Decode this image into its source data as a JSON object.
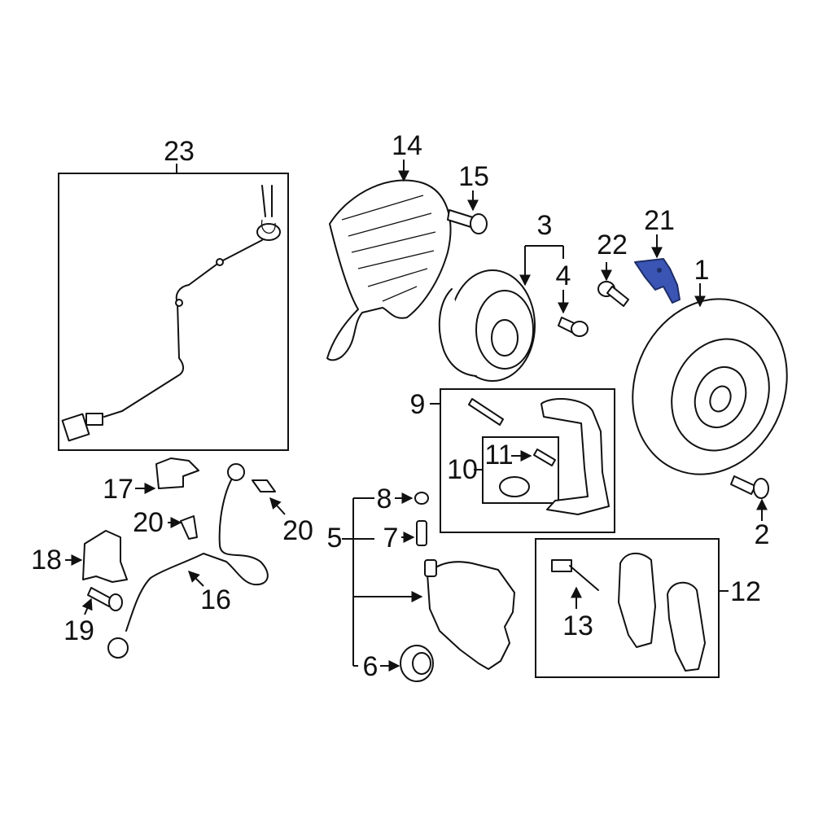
{
  "callouts": {
    "c1": "1",
    "c2": "2",
    "c3": "3",
    "c4": "4",
    "c5": "5",
    "c6": "6",
    "c7": "7",
    "c8": "8",
    "c9": "9",
    "c10": "10",
    "c11": "11",
    "c12": "12",
    "c13": "13",
    "c14": "14",
    "c15": "15",
    "c16": "16",
    "c17": "17",
    "c18": "18",
    "c19": "19",
    "c20a": "20",
    "c20b": "20",
    "c21": "21",
    "c22": "22",
    "c23": "23"
  },
  "highlight_color": "#3a55b4"
}
